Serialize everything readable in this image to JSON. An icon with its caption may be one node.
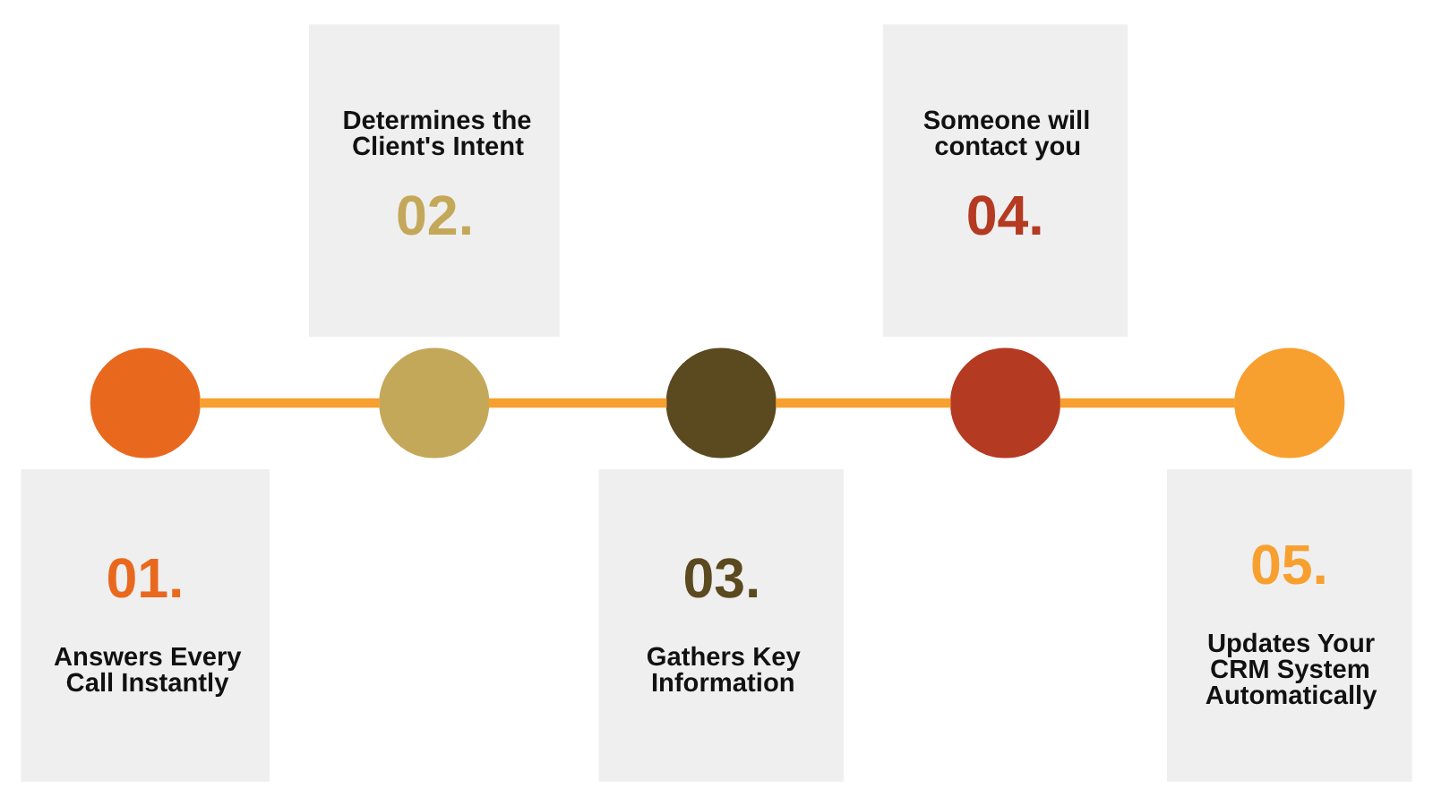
{
  "diagram": {
    "nodes": [
      {
        "text": [],
        "shape": "circle"
      },
      {
        "text": [
          "01.",
          "Answers Every Call Instantly"
        ]
      },
      {
        "text": [
          "Determines the Client's Intent",
          "02."
        ]
      },
      {
        "text": [],
        "shape": "circle"
      },
      {
        "text": [],
        "shape": "circle"
      },
      {
        "text": [
          "03.",
          "Gathers Key Information"
        ]
      },
      {
        "text": [
          "Someone will contact you",
          "04."
        ]
      },
      {
        "text": [],
        "shape": "circle"
      },
      {
        "text": [],
        "shape": "circle"
      },
      {
        "text": [
          "05.",
          "Updates Your CRM System Automatically"
        ]
      }
    ],
    "edges": [
      {
        "from": 0,
        "to": 3,
        "arrow": "none"
      },
      {
        "from": 3,
        "to": 4,
        "arrow": "none"
      },
      {
        "from": 4,
        "to": 7,
        "arrow": "none"
      },
      {
        "from": 7,
        "to": 8,
        "arrow": "none"
      }
    ]
  }
}
